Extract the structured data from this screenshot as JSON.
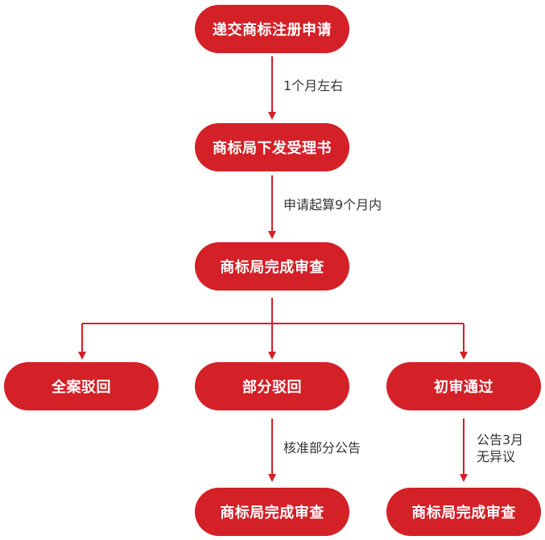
{
  "colors": {
    "node_fill": "#d42027",
    "node_text": "#ffffff",
    "connector": "#d42027",
    "label_text": "#333333"
  },
  "nodes": {
    "submit": "递交商标注册申请",
    "acceptance": "商标局下发受理书",
    "review": "商标局完成审查",
    "reject_all": "全案驳回",
    "reject_partial": "部分驳回",
    "preliminary_pass": "初审通过",
    "final_partial": "商标局完成审查",
    "final_pass": "商标局完成审查"
  },
  "edge_labels": {
    "submit_to_acceptance": "1个月左右",
    "acceptance_to_review": "申请起算9个月内",
    "partial_announcement": "核准部分公告",
    "pass_announcement_line1": "公告3月",
    "pass_announcement_line2": "无异议"
  }
}
